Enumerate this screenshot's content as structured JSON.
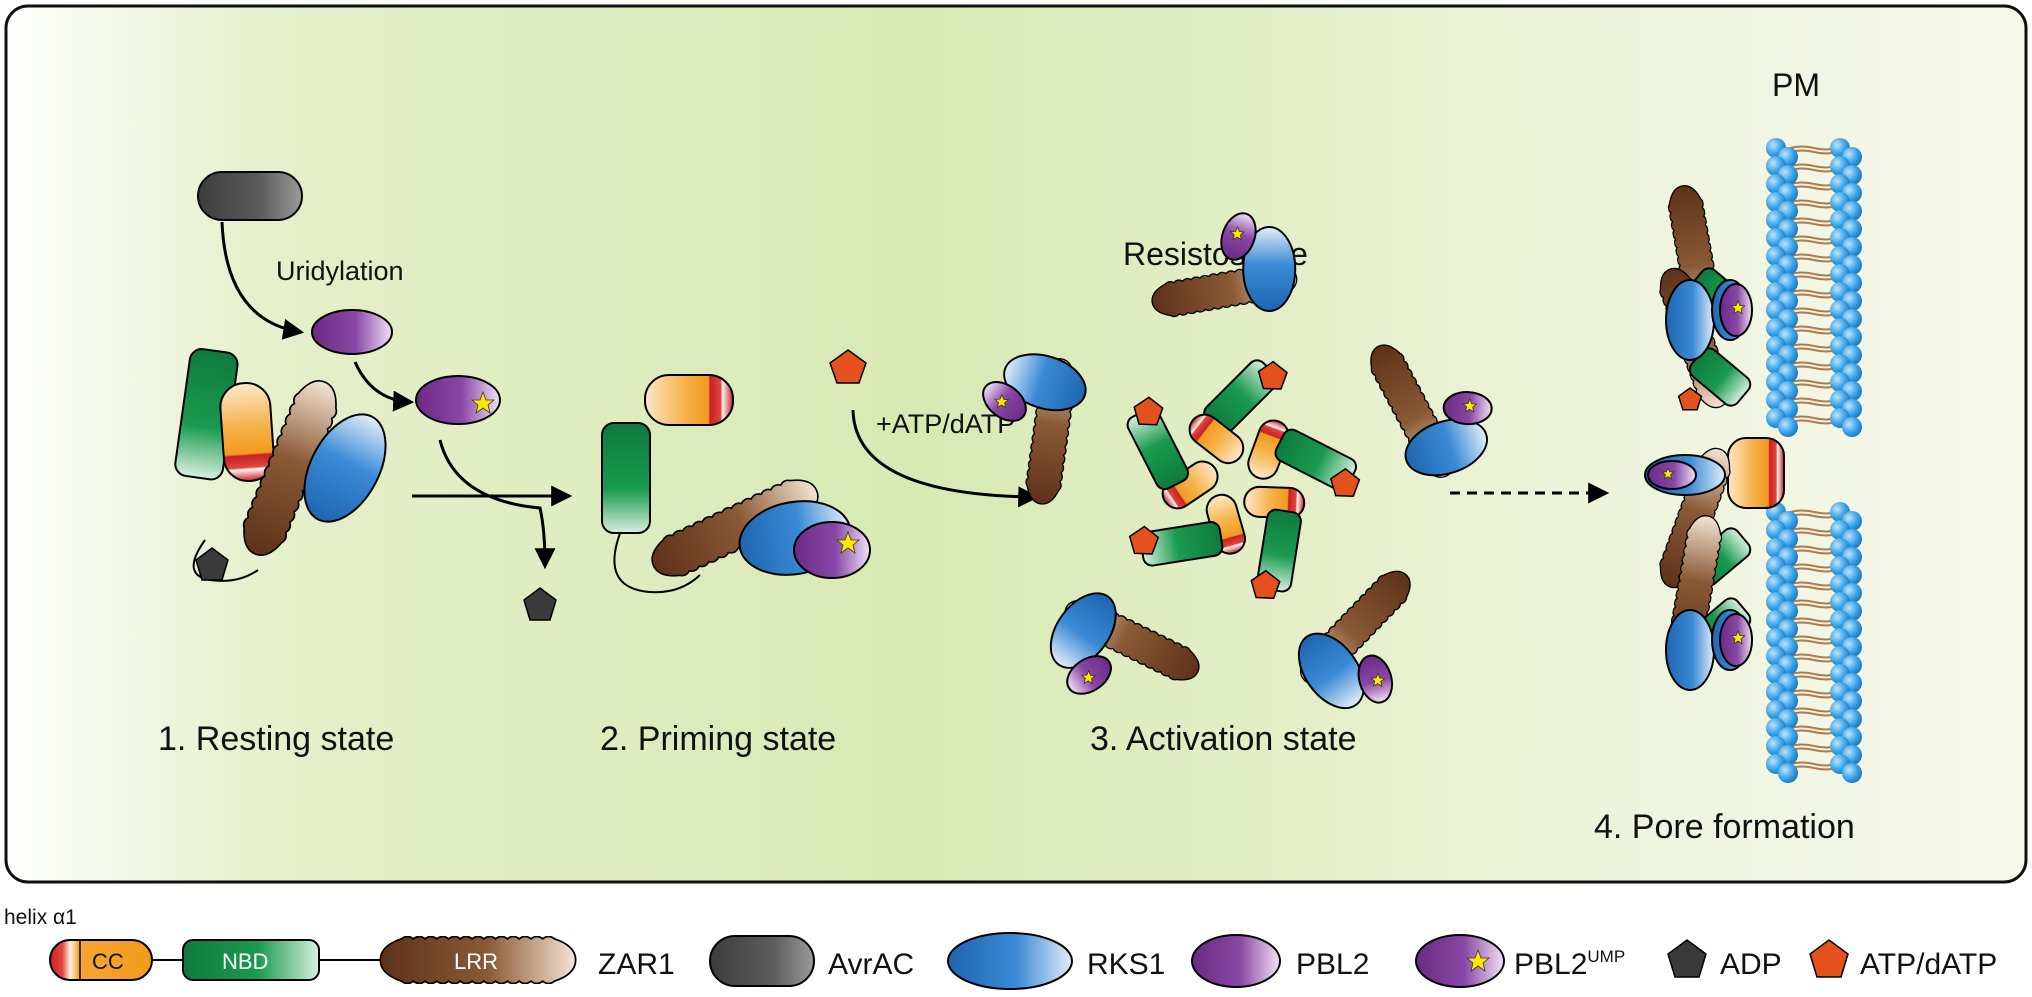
{
  "labels": {
    "pm": "PM",
    "resistosome": "Resistosome",
    "uridylation": "Uridylation",
    "atp_step": "+ATP/dATP",
    "helix": "helix α1"
  },
  "stages": [
    {
      "label": "1. Resting state"
    },
    {
      "label": "2. Priming state"
    },
    {
      "label": "3. Activation state"
    },
    {
      "label": "4. Pore formation"
    }
  ],
  "legend": {
    "cc": "CC",
    "nbd": "NBD",
    "lrr": "LRR",
    "zar1": "ZAR1",
    "avrac": "AvrAC",
    "rks1": "RKS1",
    "pbl2": "PBL2",
    "pbl2ump_base": "PBL2",
    "pbl2ump_sup": "UMP",
    "adp": "ADP",
    "atp": "ATP/dATP"
  },
  "colors": {
    "green_bg": "#dcebb8",
    "cc_orange": "#f2a227",
    "helix_red": "#c8202a",
    "nbd_green": "#14924a",
    "lrr_brown": "#7a4a2a",
    "rks1_blue": "#2d7cc8",
    "pbl2_purple": "#7d3a96",
    "avrac_gray": "#555555",
    "adp_dark": "#3a3a3a",
    "atp_orange": "#e4501e",
    "star_yellow": "#ffe800",
    "lipid_blue": "#3aa3e6",
    "lipid_tail": "#b07a4a"
  }
}
